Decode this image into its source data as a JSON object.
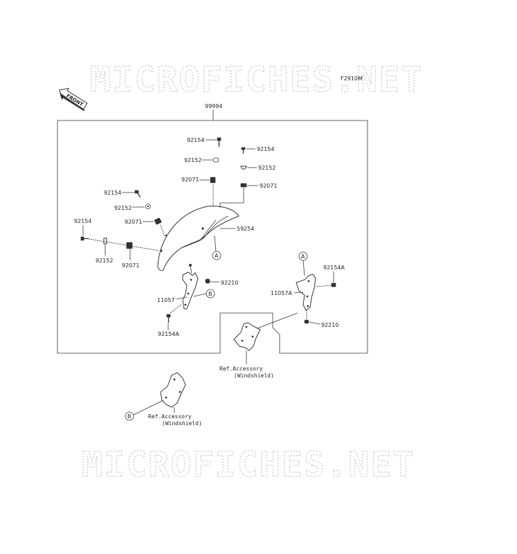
{
  "watermark": "MICROFICHES.NET",
  "figure_code": "F2910M",
  "front_label": "FRONT",
  "assembly_number": "99994",
  "callouts": {
    "c_92154_top": "92154",
    "c_92152_top": "92152",
    "c_92071_top": "92071",
    "c_92154_r": "92154",
    "c_92152_r": "92152",
    "c_92071_r": "92071",
    "c_92154_mid": "92154",
    "c_92152_mid": "92152",
    "c_92071_mid": "92071",
    "c_92154_left": "92154",
    "c_92152_left": "92152",
    "c_92071_left": "92071",
    "c_59254": "59254",
    "c_92210_left": "92210",
    "c_11057": "11057",
    "c_92154A_left": "92154A",
    "c_11057A": "11057A",
    "c_92154A_right": "92154A",
    "c_92210_right": "92210"
  },
  "markers": {
    "a": "A",
    "b": "B"
  },
  "ref_accessory": "Ref.Accessory",
  "windshield": "(Windshield)"
}
